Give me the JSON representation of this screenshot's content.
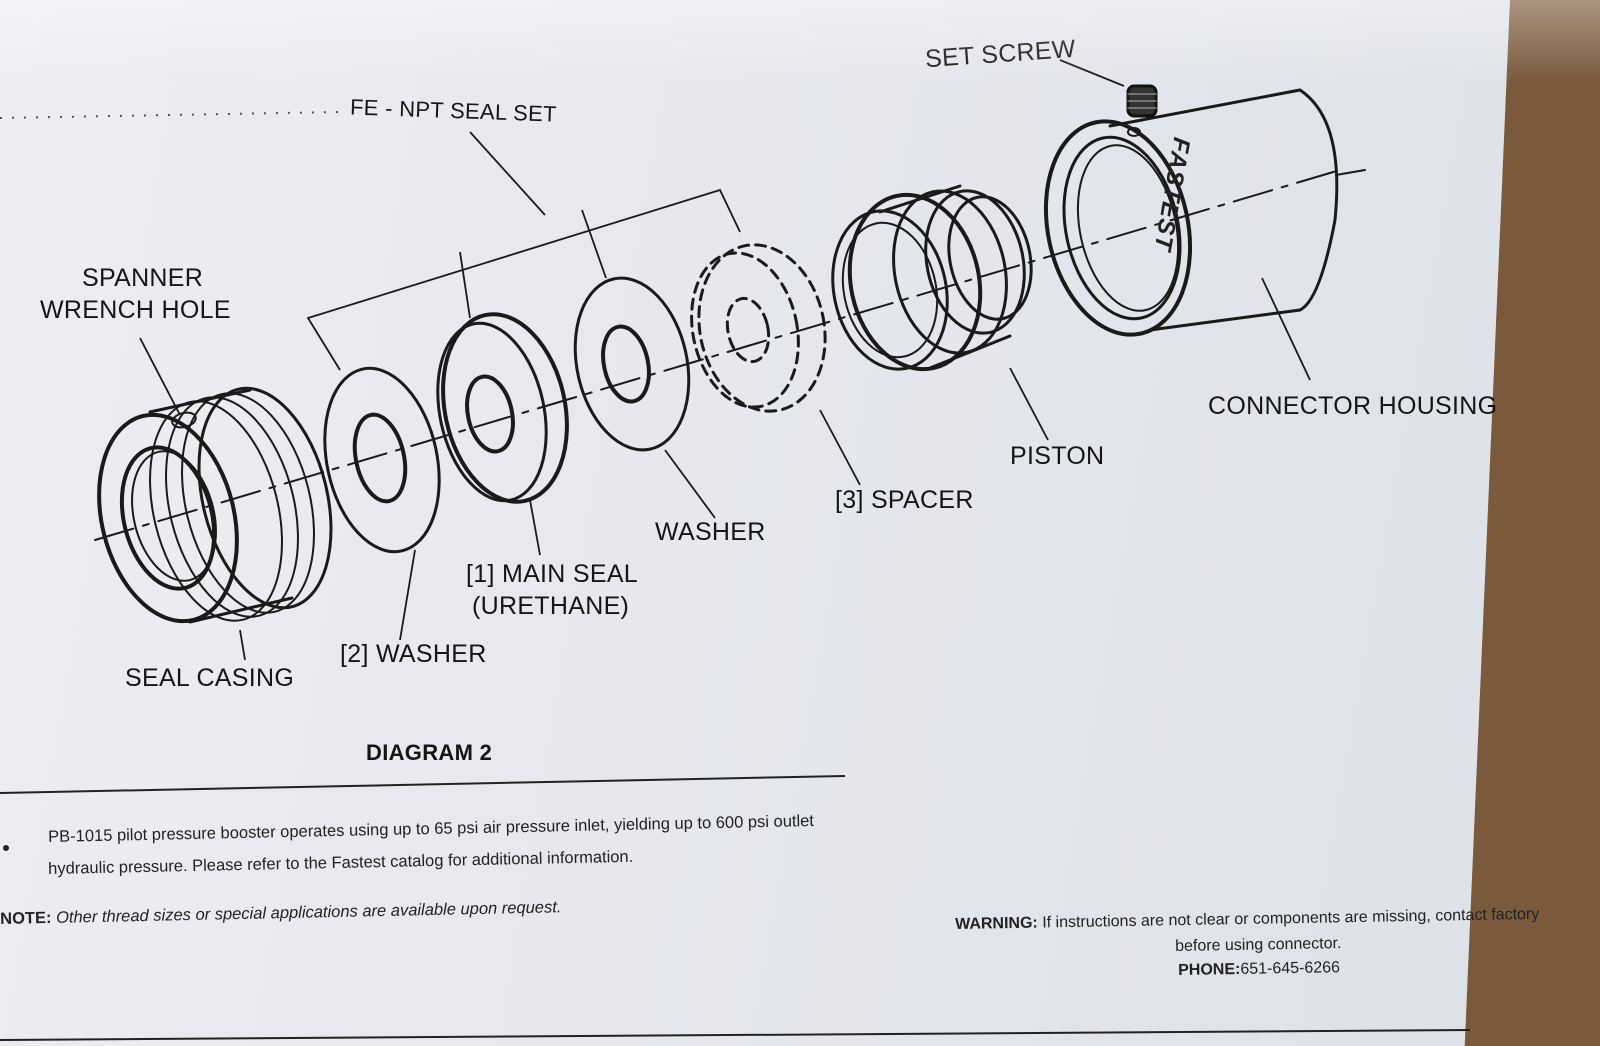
{
  "labels": {
    "set_screw": "SET SCREW",
    "seal_set": "FE - NPT SEAL SET",
    "spanner_line1": "SPANNER",
    "spanner_line2": "WRENCH HOLE",
    "connector_housing": "CONNECTOR HOUSING",
    "piston": "PISTON",
    "spacer": "[3] SPACER",
    "washer": "WASHER",
    "main_seal_line1": "[1] MAIN SEAL",
    "main_seal_line2": "(URETHANE)",
    "washer2": "[2] WASHER",
    "seal_casing": "SEAL CASING",
    "diagram_title": "DIAGRAM 2"
  },
  "brand": "FASTEST",
  "notes": {
    "bullet_line1": "PB-1015 pilot pressure booster operates using up to 65 psi air pressure inlet, yielding up to 600 psi outlet",
    "bullet_line2": "hydraulic pressure.  Please refer to the Fastest catalog for additional information.",
    "note_label": "NOTE:",
    "note_text": "Other thread sizes or special applications are available upon request.",
    "warning_label": "WARNING:",
    "warning_text": "If instructions are not clear or components are missing, contact factory",
    "warning_line2": "before using connector.",
    "phone_label": "PHONE:",
    "phone_number": "651-645-6266"
  }
}
